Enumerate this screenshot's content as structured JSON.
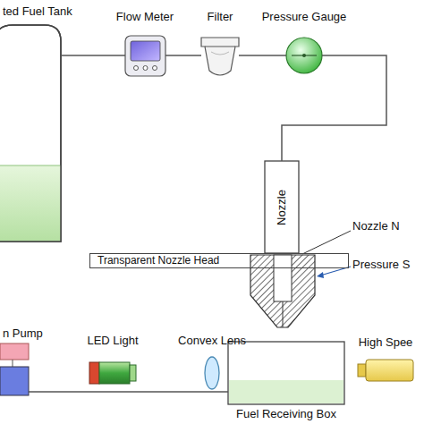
{
  "diagram": {
    "nodes": [
      {
        "text": [
          "ted Fuel Tank"
        ]
      },
      {
        "text": [
          "Flow Meter"
        ]
      },
      {
        "text": [
          "Filter"
        ]
      },
      {
        "text": [
          "Pressure Gauge"
        ]
      },
      {
        "text": [
          "Nozzle"
        ]
      },
      {
        "text": [
          "Transparent Nozzle Head"
        ]
      },
      {
        "text": [
          "n Pump"
        ]
      },
      {
        "text": [
          "LED Light"
        ]
      },
      {
        "text": [
          "Convex Lens"
        ]
      },
      {
        "text": [
          "High Spee"
        ]
      },
      {
        "text": [
          "Fuel Receiving Box"
        ]
      }
    ],
    "edges": [
      {
        "from": 0,
        "to": 1,
        "arrow": "none"
      },
      {
        "from": 1,
        "to": 2,
        "arrow": "none"
      },
      {
        "from": 2,
        "to": 3,
        "arrow": "none"
      },
      {
        "from": 3,
        "to": 4,
        "arrow": "none"
      },
      {
        "from": 6,
        "to": 10,
        "arrow": "none"
      }
    ],
    "labels": [
      "Nozzle N",
      "Pressure S"
    ]
  }
}
